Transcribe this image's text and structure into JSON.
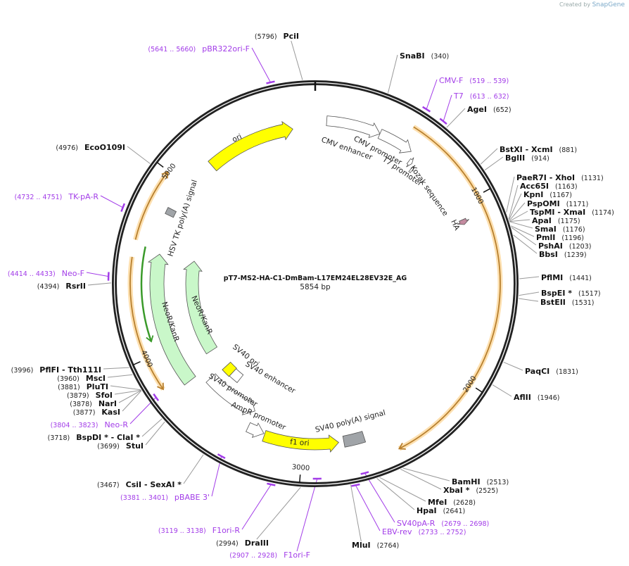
{
  "credit": {
    "prefix": "Created by",
    "brand": "SnapGene"
  },
  "plasmid": {
    "name": "pT7-MS2-HA-C1-DmBam-L17EM24EL28EV32E_AG",
    "length_label": "5854 bp",
    "length": 5854
  },
  "ticks": [
    "1000",
    "2000",
    "3000",
    "4000",
    "5000"
  ],
  "colors": {
    "primer": "#a23ce8",
    "orf": "#f0a94a",
    "yellow_feature": "#ffff00",
    "green_feature": "#c9f7c9",
    "gray_feature": "#a0a4a8",
    "ha": "#c48ba0"
  },
  "features": [
    {
      "name": "ori",
      "start": 5184,
      "end": 5720,
      "strand": 1,
      "color": "#ffff00"
    },
    {
      "name": "CMV enhancer",
      "start": 66,
      "end": 380,
      "strand": 1,
      "color": "#ffffff"
    },
    {
      "name": "CMV promoter",
      "start": 380,
      "end": 585,
      "strand": 1,
      "color": "#ffffff"
    },
    {
      "name": "T7 promoter",
      "start": 608,
      "end": 632,
      "strand": 1,
      "color": "#ffffff"
    },
    {
      "name": "Kozak sequence",
      "start": 648,
      "end": 660,
      "strand": 0,
      "color": "#ffffff"
    },
    {
      "name": "HA",
      "start": 1082,
      "end": 1112,
      "strand": 1,
      "color": "#c48ba0"
    },
    {
      "name": "HSV TK poly(A) signal",
      "start": 4798,
      "end": 4836,
      "strand": 0,
      "color": "#a0a4a8"
    },
    {
      "name": "NeoR/KanR",
      "start": 3776,
      "end": 4565,
      "strand": 1,
      "color": "#c9f7c9"
    },
    {
      "name": "NeoR/KanR",
      "start": 3857,
      "end": 4562,
      "strand": 1,
      "color": "#c9f7c9"
    },
    {
      "name": "SV40 ori",
      "start": 3625,
      "end": 3695,
      "strand": 0,
      "color": "#ffff00"
    },
    {
      "name": "SV40 enhancer",
      "start": 3550,
      "end": 3625,
      "strand": 0,
      "color": "#ffffff"
    },
    {
      "name": "SV40 promoter",
      "start": 3339,
      "end": 3706,
      "strand": -1,
      "color": "#ffffff"
    },
    {
      "name": "AmpR promoter",
      "start": 3235,
      "end": 3335,
      "strand": -1,
      "color": "#ffffff"
    },
    {
      "name": "f1 ori",
      "start": 2790,
      "end": 3229,
      "strand": -1,
      "color": "#ffff00"
    },
    {
      "name": "SV40 poly(A) signal",
      "start": 2640,
      "end": 2760,
      "strand": 0,
      "color": "#a0a4a8"
    }
  ],
  "orfs": [
    {
      "start": 522,
      "end": 2488,
      "strand": 1
    },
    {
      "start": 3825,
      "end": 4526,
      "strand": -1
    },
    {
      "start": 4614,
      "end": 4995,
      "strand": 1
    },
    {
      "start": 4075,
      "end": 4591,
      "strand": -1,
      "color": "#3a9a2a"
    }
  ],
  "enzymes": [
    {
      "name": "SnaBI",
      "bp": 340
    },
    {
      "name": "AgeI",
      "bp": 652
    },
    {
      "name": "BstXI  - XcmI",
      "bp": 881
    },
    {
      "name": "BglII",
      "bp": 914
    },
    {
      "name": "PaeR7I  - XhoI",
      "bp": 1131
    },
    {
      "name": "Acc65I",
      "bp": 1163
    },
    {
      "name": "KpnI",
      "bp": 1167
    },
    {
      "name": "PspOMI",
      "bp": 1171
    },
    {
      "name": "TspMI  - XmaI",
      "bp": 1174
    },
    {
      "name": "ApaI",
      "bp": 1175
    },
    {
      "name": "SmaI",
      "bp": 1176
    },
    {
      "name": "PmlI",
      "bp": 1196
    },
    {
      "name": "PshAI",
      "bp": 1203
    },
    {
      "name": "BbsI",
      "bp": 1239
    },
    {
      "name": "PflMI",
      "bp": 1441
    },
    {
      "name": "BspEI *",
      "bp": 1517
    },
    {
      "name": "BstEII",
      "bp": 1531
    },
    {
      "name": "PaqCI",
      "bp": 1831
    },
    {
      "name": "AflII",
      "bp": 1946
    },
    {
      "name": "BamHI",
      "bp": 2513
    },
    {
      "name": "XbaI *",
      "bp": 2525
    },
    {
      "name": "MfeI",
      "bp": 2628
    },
    {
      "name": "HpaI",
      "bp": 2641
    },
    {
      "name": "MluI",
      "bp": 2764
    },
    {
      "name": "DraIII",
      "bp": 2994
    },
    {
      "name": "StuI",
      "bp": 3699
    },
    {
      "name": "BspDI *  - ClaI *",
      "bp": 3718
    },
    {
      "name": "KasI",
      "bp": 3877
    },
    {
      "name": "NarI",
      "bp": 3878
    },
    {
      "name": "SfoI",
      "bp": 3879
    },
    {
      "name": "PluTI",
      "bp": 3881
    },
    {
      "name": "MscI",
      "bp": 3960
    },
    {
      "name": "PflFI  - Tth111I",
      "bp": 3996
    },
    {
      "name": "CsiI  - SexAI *",
      "bp": 3467
    },
    {
      "name": "RsrII",
      "bp": 4394
    },
    {
      "name": "EcoO109I",
      "bp": 4976
    },
    {
      "name": "PciI",
      "bp": 5796
    }
  ],
  "primers": [
    {
      "name": "pBR322ori-F",
      "range": "5641 .. 5660",
      "start": 5641,
      "end": 5660
    },
    {
      "name": "CMV-F",
      "range": "519 .. 539",
      "start": 519,
      "end": 539
    },
    {
      "name": "T7",
      "range": "613 .. 632",
      "start": 613,
      "end": 632
    },
    {
      "name": "TK-pA-R",
      "range": "4732 .. 4751",
      "start": 4732,
      "end": 4751
    },
    {
      "name": "Neo-F",
      "range": "4414 .. 4433",
      "start": 4414,
      "end": 4433
    },
    {
      "name": "Neo-R",
      "range": "3804 .. 3823",
      "start": 3804,
      "end": 3823
    },
    {
      "name": "pBABE 3'",
      "range": "3381 .. 3401",
      "start": 3381,
      "end": 3401
    },
    {
      "name": "F1ori-R",
      "range": "3119 .. 3138",
      "start": 3119,
      "end": 3138
    },
    {
      "name": "F1ori-F",
      "range": "2907 .. 2928",
      "start": 2907,
      "end": 2928
    },
    {
      "name": "SV40pA-R",
      "range": "2679 .. 2698",
      "start": 2679,
      "end": 2698
    },
    {
      "name": "EBV-rev",
      "range": "2733 .. 2752",
      "start": 2733,
      "end": 2752
    }
  ]
}
